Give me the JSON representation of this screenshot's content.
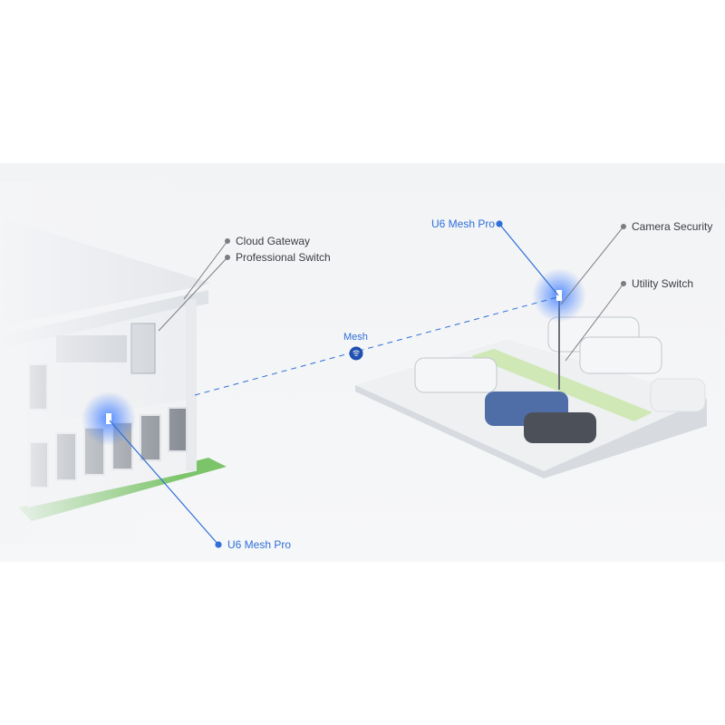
{
  "labels": {
    "cloud_gateway": "Cloud Gateway",
    "professional_switch": "Professional Switch",
    "u6_mesh_pro_building": "U6 Mesh Pro",
    "u6_mesh_pro_parking": "U6 Mesh Pro",
    "camera_security": "Camera Security",
    "utility_switch": "Utility Switch",
    "mesh": "Mesh"
  },
  "colors": {
    "accent": "#2e6fd8",
    "label": "#3a3d42",
    "leader": "#7a7d82",
    "grass": "#7cc46a"
  },
  "icons": {
    "mesh": "wifi-mesh-icon"
  }
}
